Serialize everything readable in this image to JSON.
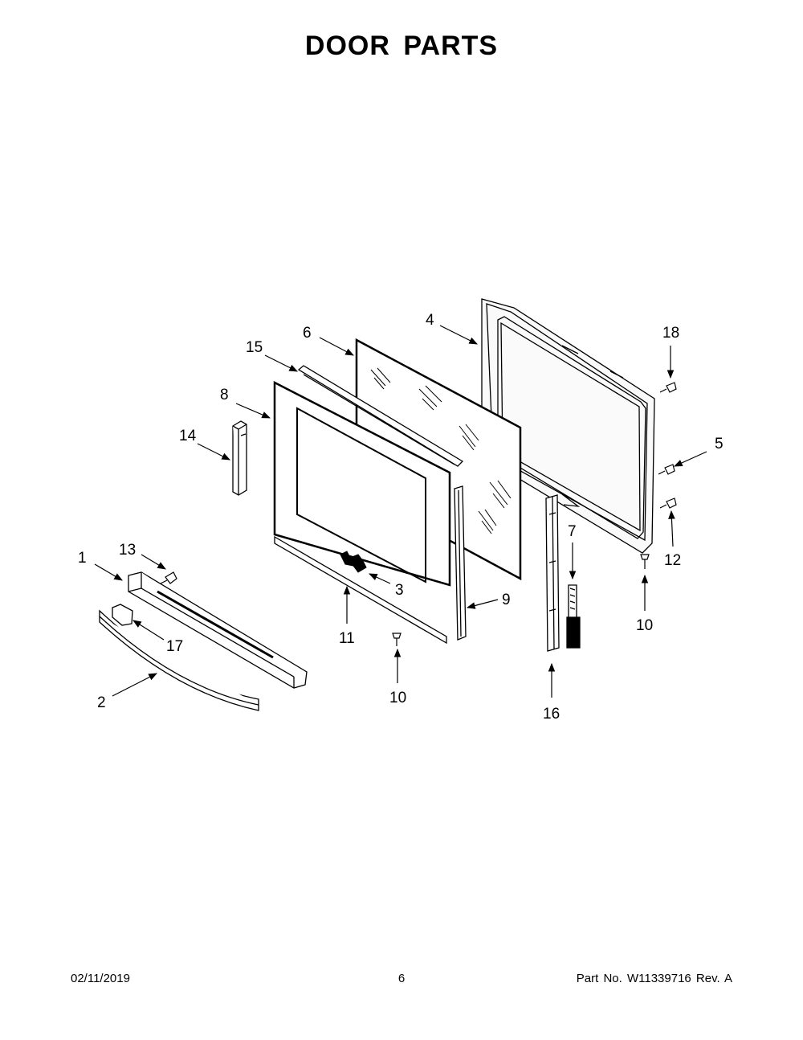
{
  "title": "DOOR PARTS",
  "callouts": [
    "1",
    "2",
    "3",
    "4",
    "5",
    "6",
    "7",
    "8",
    "9",
    "10",
    "10",
    "11",
    "12",
    "13",
    "14",
    "15",
    "16",
    "17",
    "18"
  ],
  "footer": {
    "date": "02/11/2019",
    "page": "6",
    "part": "Part No.  W11339716  Rev.  A"
  }
}
